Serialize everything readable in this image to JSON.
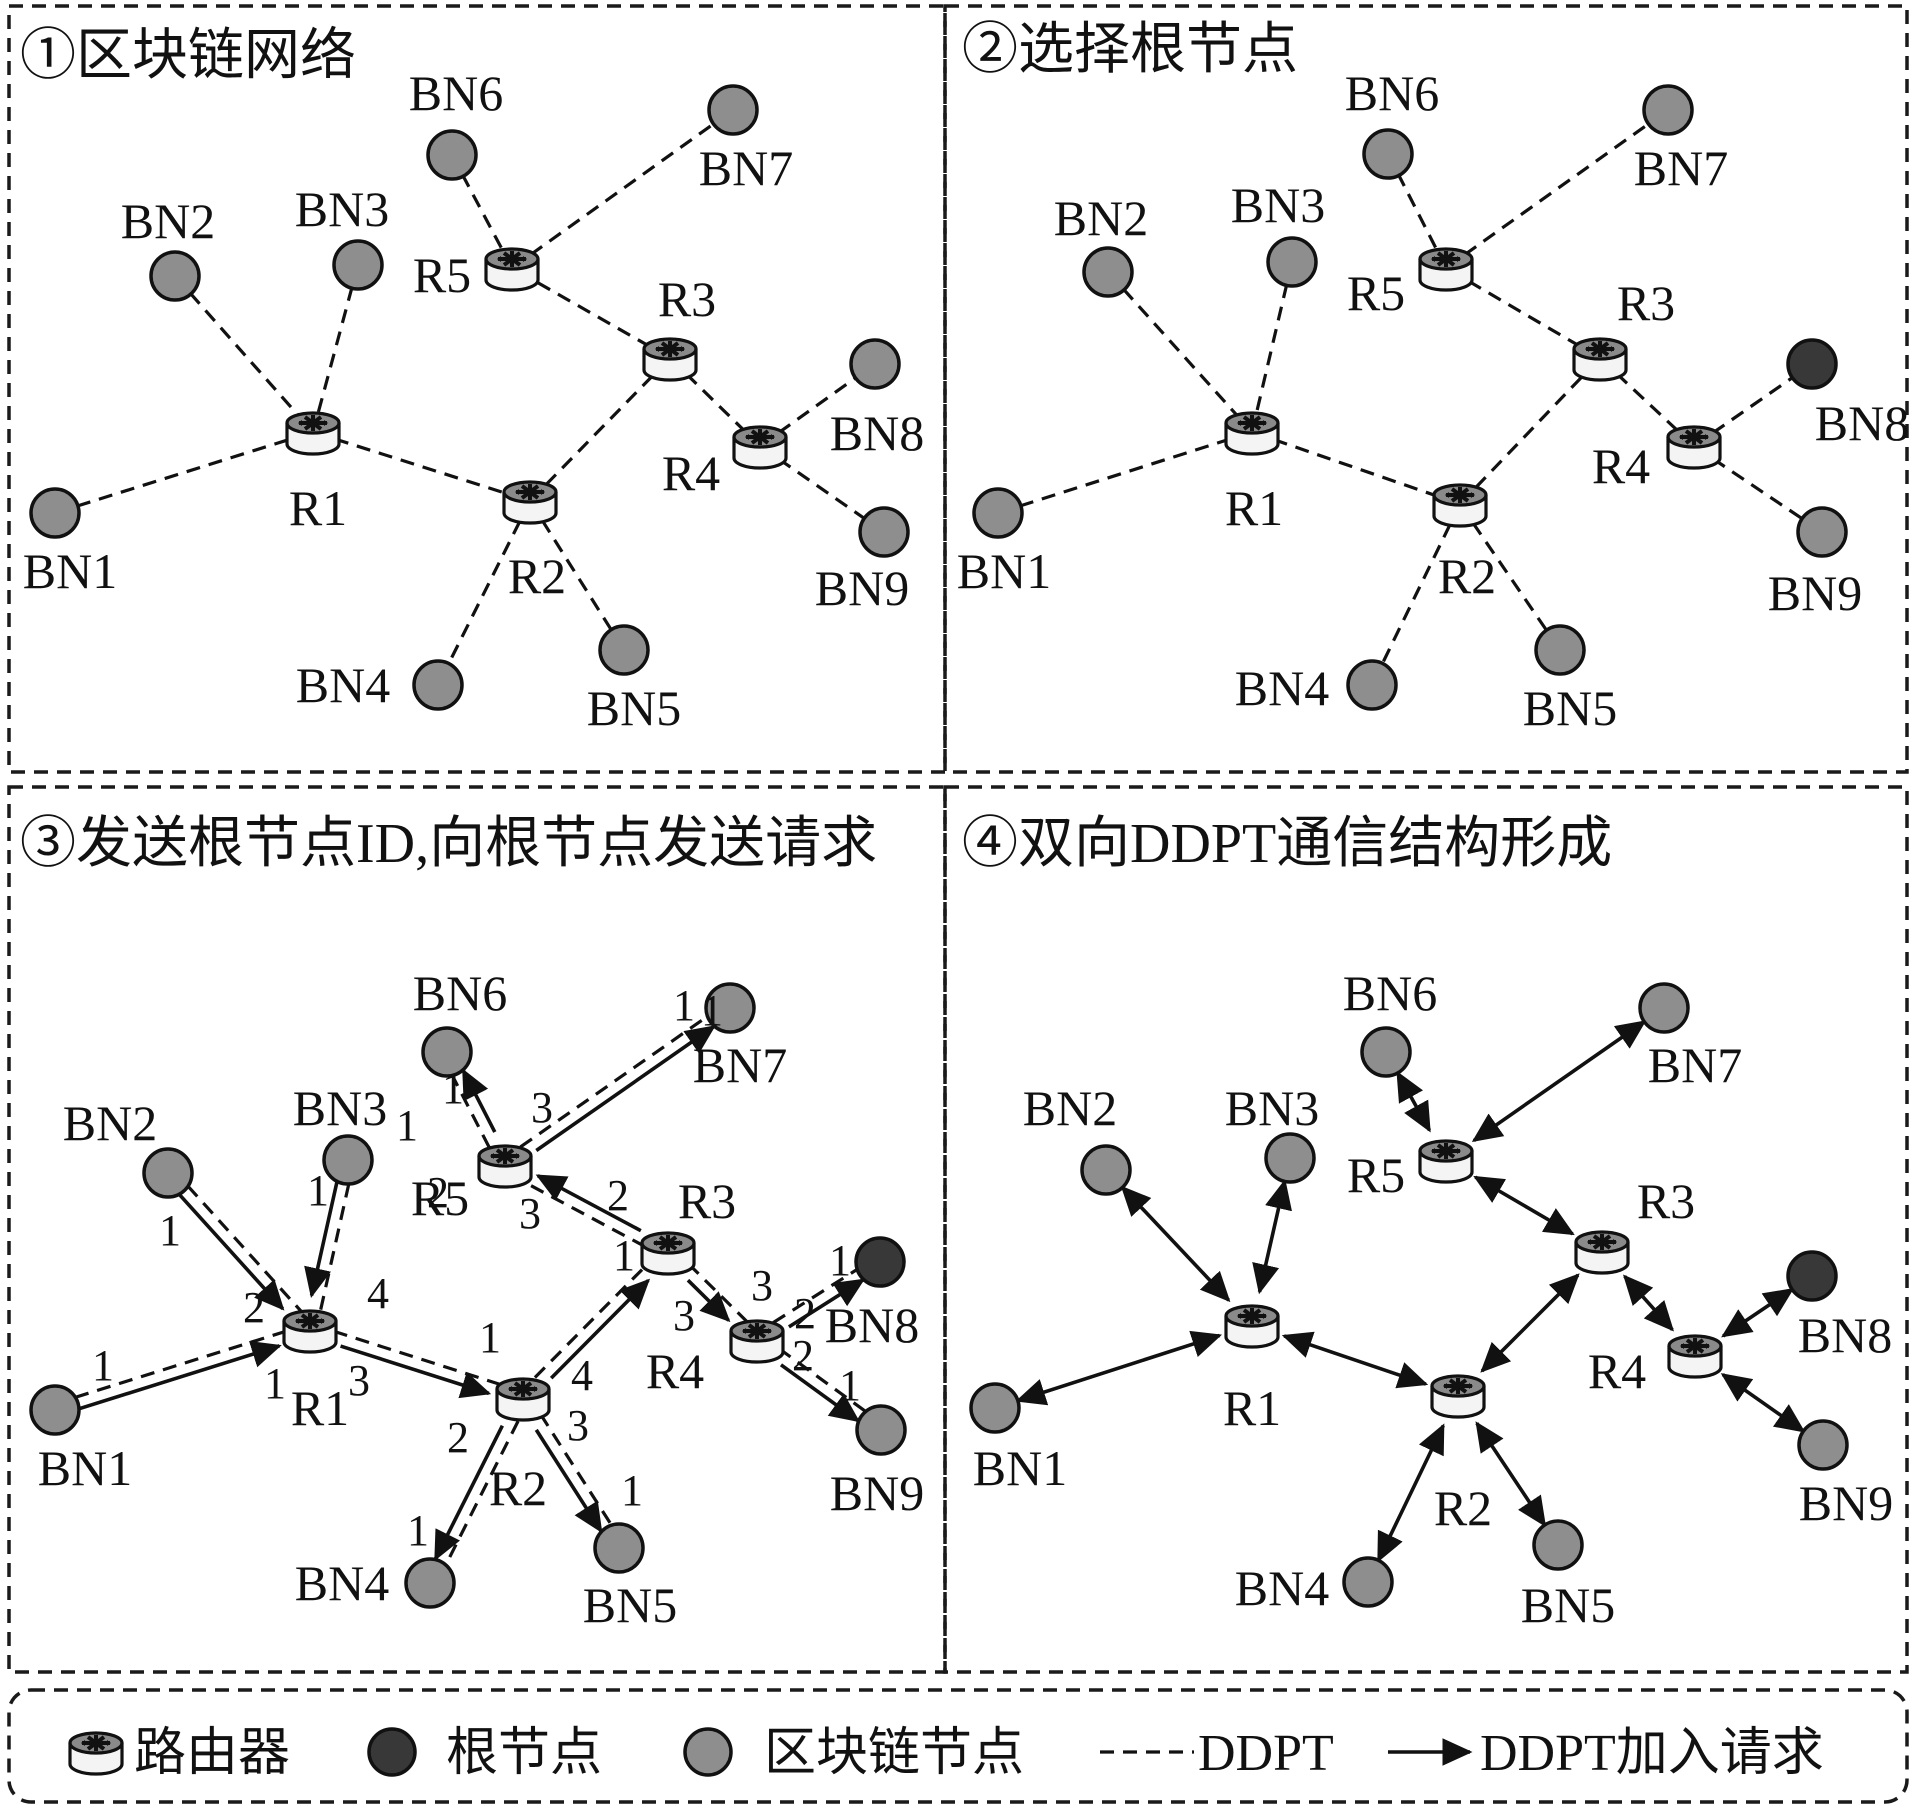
{
  "panels": [
    {
      "title": "①区块链网络",
      "mode": "plain",
      "root": null,
      "labels": {
        "BN1": "BN1",
        "BN2": "BN2",
        "BN3": "BN3",
        "BN4": "BN4",
        "BN5": "BN5",
        "BN6": "BN6",
        "BN7": "BN7",
        "BN8": "BN8",
        "BN9": "BN9",
        "R1": "R1",
        "R2": "R2",
        "R3": "R3",
        "R4": "R4",
        "R5": "R5"
      }
    },
    {
      "title": "②选择根节点",
      "mode": "plain",
      "root": "BN8",
      "labels": {
        "BN1": "BN1",
        "BN2": "BN2",
        "BN3": "BN3",
        "BN4": "BN4",
        "BN5": "BN5",
        "BN6": "BN6",
        "BN7": "BN7",
        "BN8": "BN8",
        "BN9": "BN9",
        "R1": "R1",
        "R2": "R2",
        "R3": "R3",
        "R4": "R4",
        "R5": "R5"
      }
    },
    {
      "title": "③发送根节点ID,向根节点发送请求",
      "mode": "steps",
      "root": "BN8",
      "labels": {
        "BN1": "BN1",
        "BN2": "BN2",
        "BN3": "BN3",
        "BN4": "BN4",
        "BN5": "BN5",
        "BN6": "BN6",
        "BN7": "BN7",
        "BN8": "BN8",
        "BN9": "BN9",
        "R1": "R1",
        "R2": "R2",
        "R3": "R3",
        "R4": "R4",
        "R5": "R5"
      },
      "step_numbers": [
        "1",
        "1",
        "1",
        "2",
        "4",
        "3",
        "1",
        "1",
        "4",
        "2",
        "3",
        "1",
        "1",
        "2",
        "3",
        "1",
        "1",
        "3",
        "2",
        "1",
        "1",
        "2",
        "3",
        "3",
        "2",
        "1",
        "1",
        "1"
      ]
    },
    {
      "title": "④双向DDPT通信结构形成",
      "mode": "bidirectional",
      "root": "BN8",
      "labels": {
        "BN1": "BN1",
        "BN2": "BN2",
        "BN3": "BN3",
        "BN4": "BN4",
        "BN5": "BN5",
        "BN6": "BN6",
        "BN7": "BN7",
        "BN8": "BN8",
        "BN9": "BN9",
        "R1": "R1",
        "R2": "R2",
        "R3": "R3",
        "R4": "R4",
        "R5": "R5"
      }
    }
  ],
  "legend": {
    "router": "路由器",
    "root_node": "根节点",
    "blockchain_node": "区块链节点",
    "ddpt": "DDPT",
    "join_request": "DDPT加入请求"
  },
  "colors": {
    "blockchain_node": "#8e8e8e",
    "root_node": "#383838",
    "line": "#111111"
  },
  "icons": {
    "router": "router-icon",
    "blockchain_node": "blockchain-node-icon",
    "root_node": "root-node-icon"
  }
}
